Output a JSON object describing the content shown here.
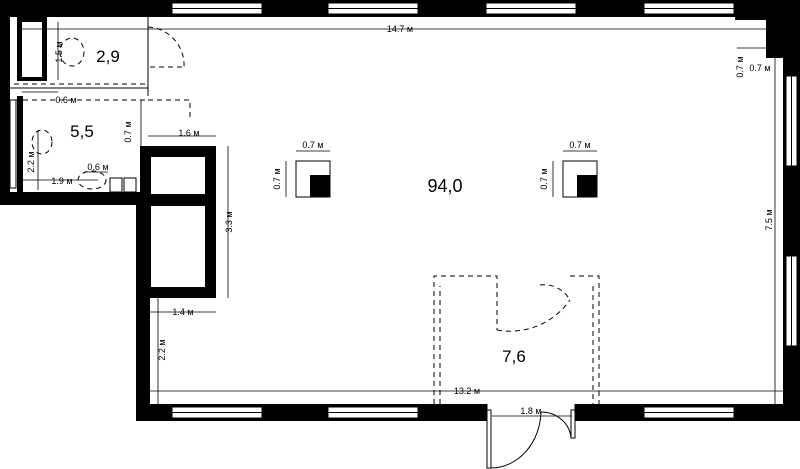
{
  "rooms": {
    "main": "94,0",
    "top_left": "2,9",
    "mid_left": "5,5",
    "bottom_room": "7,6"
  },
  "dimensions": {
    "top_width": "14.7 м",
    "right_top_a": "0.7 м",
    "right_top_b": "0.7 м",
    "right_height": "7.5 м",
    "bottom_width": "13.2 м",
    "bottom_door": "1.8 м",
    "left_lower": "2.2 м",
    "left_lower_width": "1.4 м",
    "block_height": "3.3 м",
    "block_width": "1.6 м",
    "block_offset": "0.7 м",
    "wc1_height": "1.5 м",
    "wc1_offset": "0.6 м",
    "wc2_height": "2.2 м",
    "wc2_width": "1.9 м",
    "wc2_small": "0.6 м",
    "col1_w": "0.7 м",
    "col1_h": "0.7 м",
    "col2_w": "0.7 м",
    "col2_h": "0.7 м"
  }
}
